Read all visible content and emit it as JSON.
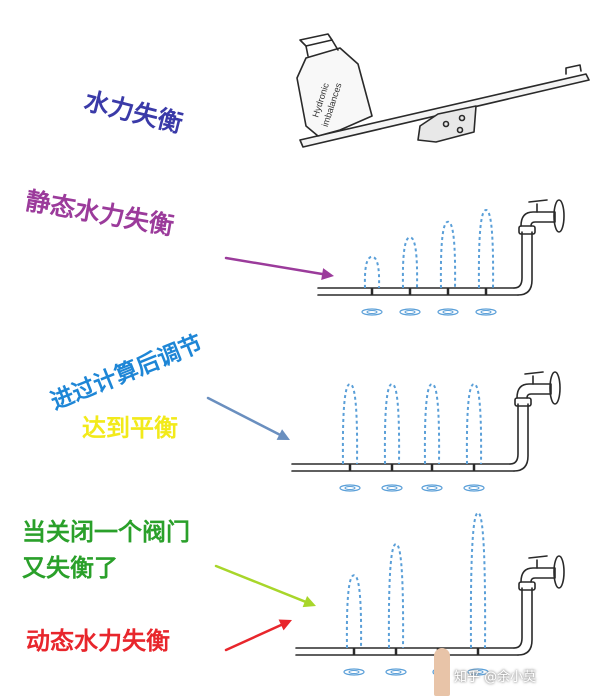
{
  "labels": {
    "title": "水力失衡",
    "static": "静态水力失衡",
    "adjust": "进过计算后调节",
    "reach": "达到平衡",
    "close_line1": "当关闭一个阀门",
    "close_line2": "又失衡了",
    "dynamic": "动态水力失衡"
  },
  "scale_weight_text": {
    "line1": "Hydronic",
    "line2": "imbalances"
  },
  "watermark": "知乎 @余小莫",
  "colors": {
    "title": "#3a3aa8",
    "static": "#9b3b9b",
    "adjust": "#1e86d6",
    "reach": "#f2ea1a",
    "close": "#2aa02a",
    "dynamic": "#e8262c",
    "arrow_static": "#9b3b9b",
    "arrow_adjust": "#6a8fbf",
    "arrow_close": "#a8d62a",
    "arrow_dynamic": "#e8262c",
    "water": "#5a9fd8",
    "sketch": "#2a2a2a"
  },
  "panels": [
    {
      "name": "static-imbalance",
      "jet_heights": [
        0.4,
        0.65,
        0.85,
        1.0
      ]
    },
    {
      "name": "balanced",
      "jet_heights": [
        1.0,
        1.0,
        1.0,
        1.0
      ]
    },
    {
      "name": "dynamic-imbalance",
      "jet_heights": [
        0.7,
        1.0,
        0.0,
        1.3
      ]
    }
  ]
}
